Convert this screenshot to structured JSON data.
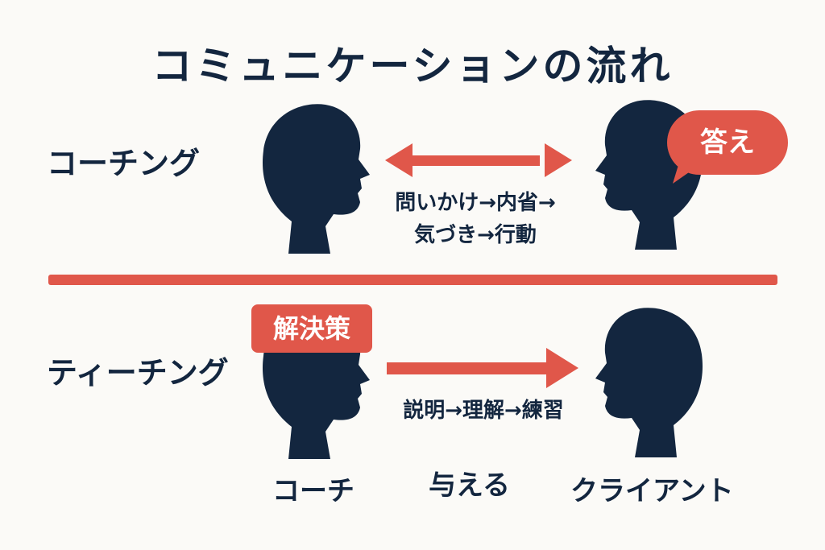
{
  "title": "コミュニケーションの流れ",
  "coaching": {
    "label": "コーチング",
    "flow_line1": "問いかけ→内省→",
    "flow_line2": "気づき→行動",
    "bubble": "答え"
  },
  "teaching": {
    "label": "ティーチング",
    "flow": "説明→理解→練習",
    "badge": "解決策"
  },
  "roles": {
    "coach": "コーチ",
    "give": "与える",
    "client": "クライアント"
  },
  "colors": {
    "navy": "#13263f",
    "accent": "#e0574a",
    "background": "#fbfaf7"
  }
}
